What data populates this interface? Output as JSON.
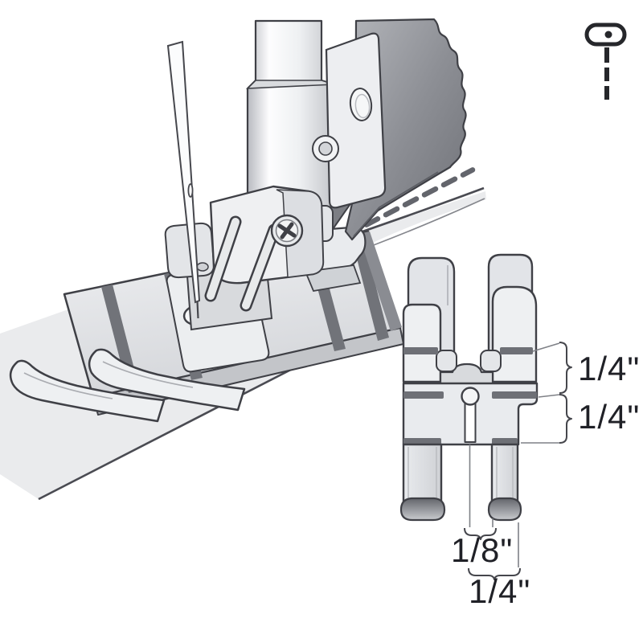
{
  "title": "Quarter-inch presser foot installation and dimensions diagram",
  "dimension_labels": {
    "right_upper": "1/4\"",
    "right_lower": "1/4\"",
    "bottom_slot": "1/8\"",
    "bottom_base": "1/4\""
  },
  "colors": {
    "background": "#ffffff",
    "outline": "#3f4046",
    "fill_light": "#eef0f2",
    "fill_mid": "#d3d5d9",
    "fill_dark": "#74767c",
    "guide_band": "#6e7076",
    "fabric": "#eaebed",
    "stitch_dash": "#63656c",
    "label_text": "#202127",
    "annotation_line": "#7f8187"
  },
  "icons": {
    "screw_top_view": "screw-top-view-icon"
  }
}
